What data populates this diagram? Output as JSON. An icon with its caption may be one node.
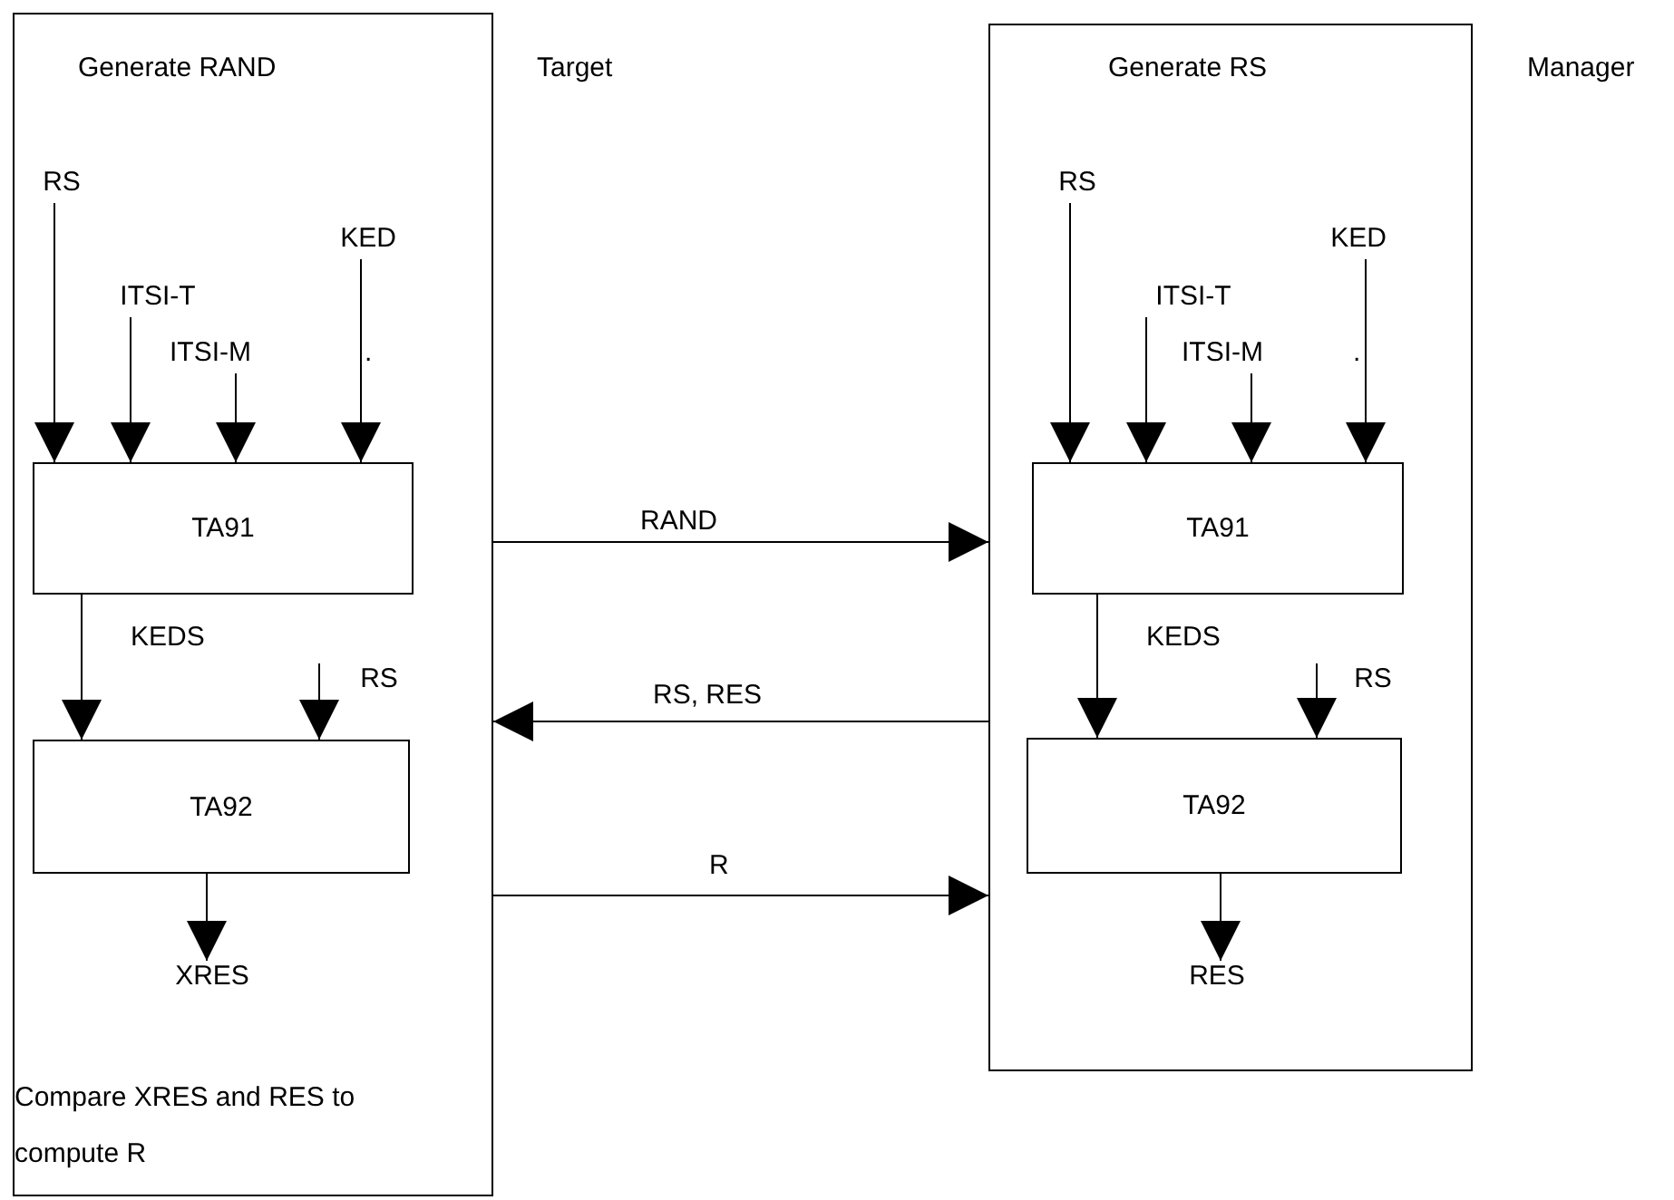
{
  "diagram": {
    "nodes": [
      {
        "text": [
          "Generate RAND",
          "Compare XRES and RES to compute R"
        ]
      },
      {
        "text": [
          "RS"
        ],
        "in": 0
      },
      {
        "text": [
          "ITSI-T"
        ],
        "in": 0
      },
      {
        "text": [
          "ITSI-M"
        ],
        "in": 0
      },
      {
        "text": [
          "KED"
        ],
        "in": 0
      },
      {
        "text": [
          "TA91"
        ],
        "in": 0
      },
      {
        "text": [
          "RS"
        ],
        "in": 0
      },
      {
        "text": [
          "TA92"
        ],
        "in": 0
      },
      {
        "text": [
          "XRES"
        ],
        "in": 0
      },
      {
        "text": [
          "Generate RS"
        ]
      },
      {
        "text": [
          "RS"
        ],
        "in": 9
      },
      {
        "text": [
          "ITSI-T"
        ],
        "in": 9
      },
      {
        "text": [
          "ITSI-M"
        ],
        "in": 9
      },
      {
        "text": [
          "KED"
        ],
        "in": 9
      },
      {
        "text": [
          "TA91"
        ],
        "in": 9
      },
      {
        "text": [
          "RS"
        ],
        "in": 9
      },
      {
        "text": [
          "TA92"
        ],
        "in": 9
      },
      {
        "text": [
          "RES"
        ],
        "in": 9
      }
    ],
    "edges": [
      {
        "from": 1,
        "to": 5,
        "arrow": "to"
      },
      {
        "from": 2,
        "to": 5,
        "arrow": "to"
      },
      {
        "from": 3,
        "to": 5,
        "arrow": "to"
      },
      {
        "from": 4,
        "to": 5,
        "arrow": "to"
      },
      {
        "from": 5,
        "to": 7,
        "arrow": "to",
        "label": "KEDS"
      },
      {
        "from": 6,
        "to": 7,
        "arrow": "to"
      },
      {
        "from": 7,
        "to": 8,
        "arrow": "to"
      },
      {
        "from": 0,
        "to": 9,
        "arrow": "to",
        "label": "RAND"
      },
      {
        "from": 9,
        "to": 0,
        "arrow": "to",
        "label": "RS, RES"
      },
      {
        "from": 0,
        "to": 9,
        "arrow": "to",
        "label": "R"
      },
      {
        "from": 10,
        "to": 14,
        "arrow": "to"
      },
      {
        "from": 11,
        "to": 14,
        "arrow": "to"
      },
      {
        "from": 12,
        "to": 14,
        "arrow": "to"
      },
      {
        "from": 13,
        "to": 14,
        "arrow": "to"
      },
      {
        "from": 14,
        "to": 16,
        "arrow": "to",
        "label": "KEDS"
      },
      {
        "from": 15,
        "to": 16,
        "arrow": "to"
      },
      {
        "from": 16,
        "to": 17,
        "arrow": "to"
      }
    ],
    "labels": [
      "Target",
      "Manager",
      ".",
      "."
    ]
  }
}
